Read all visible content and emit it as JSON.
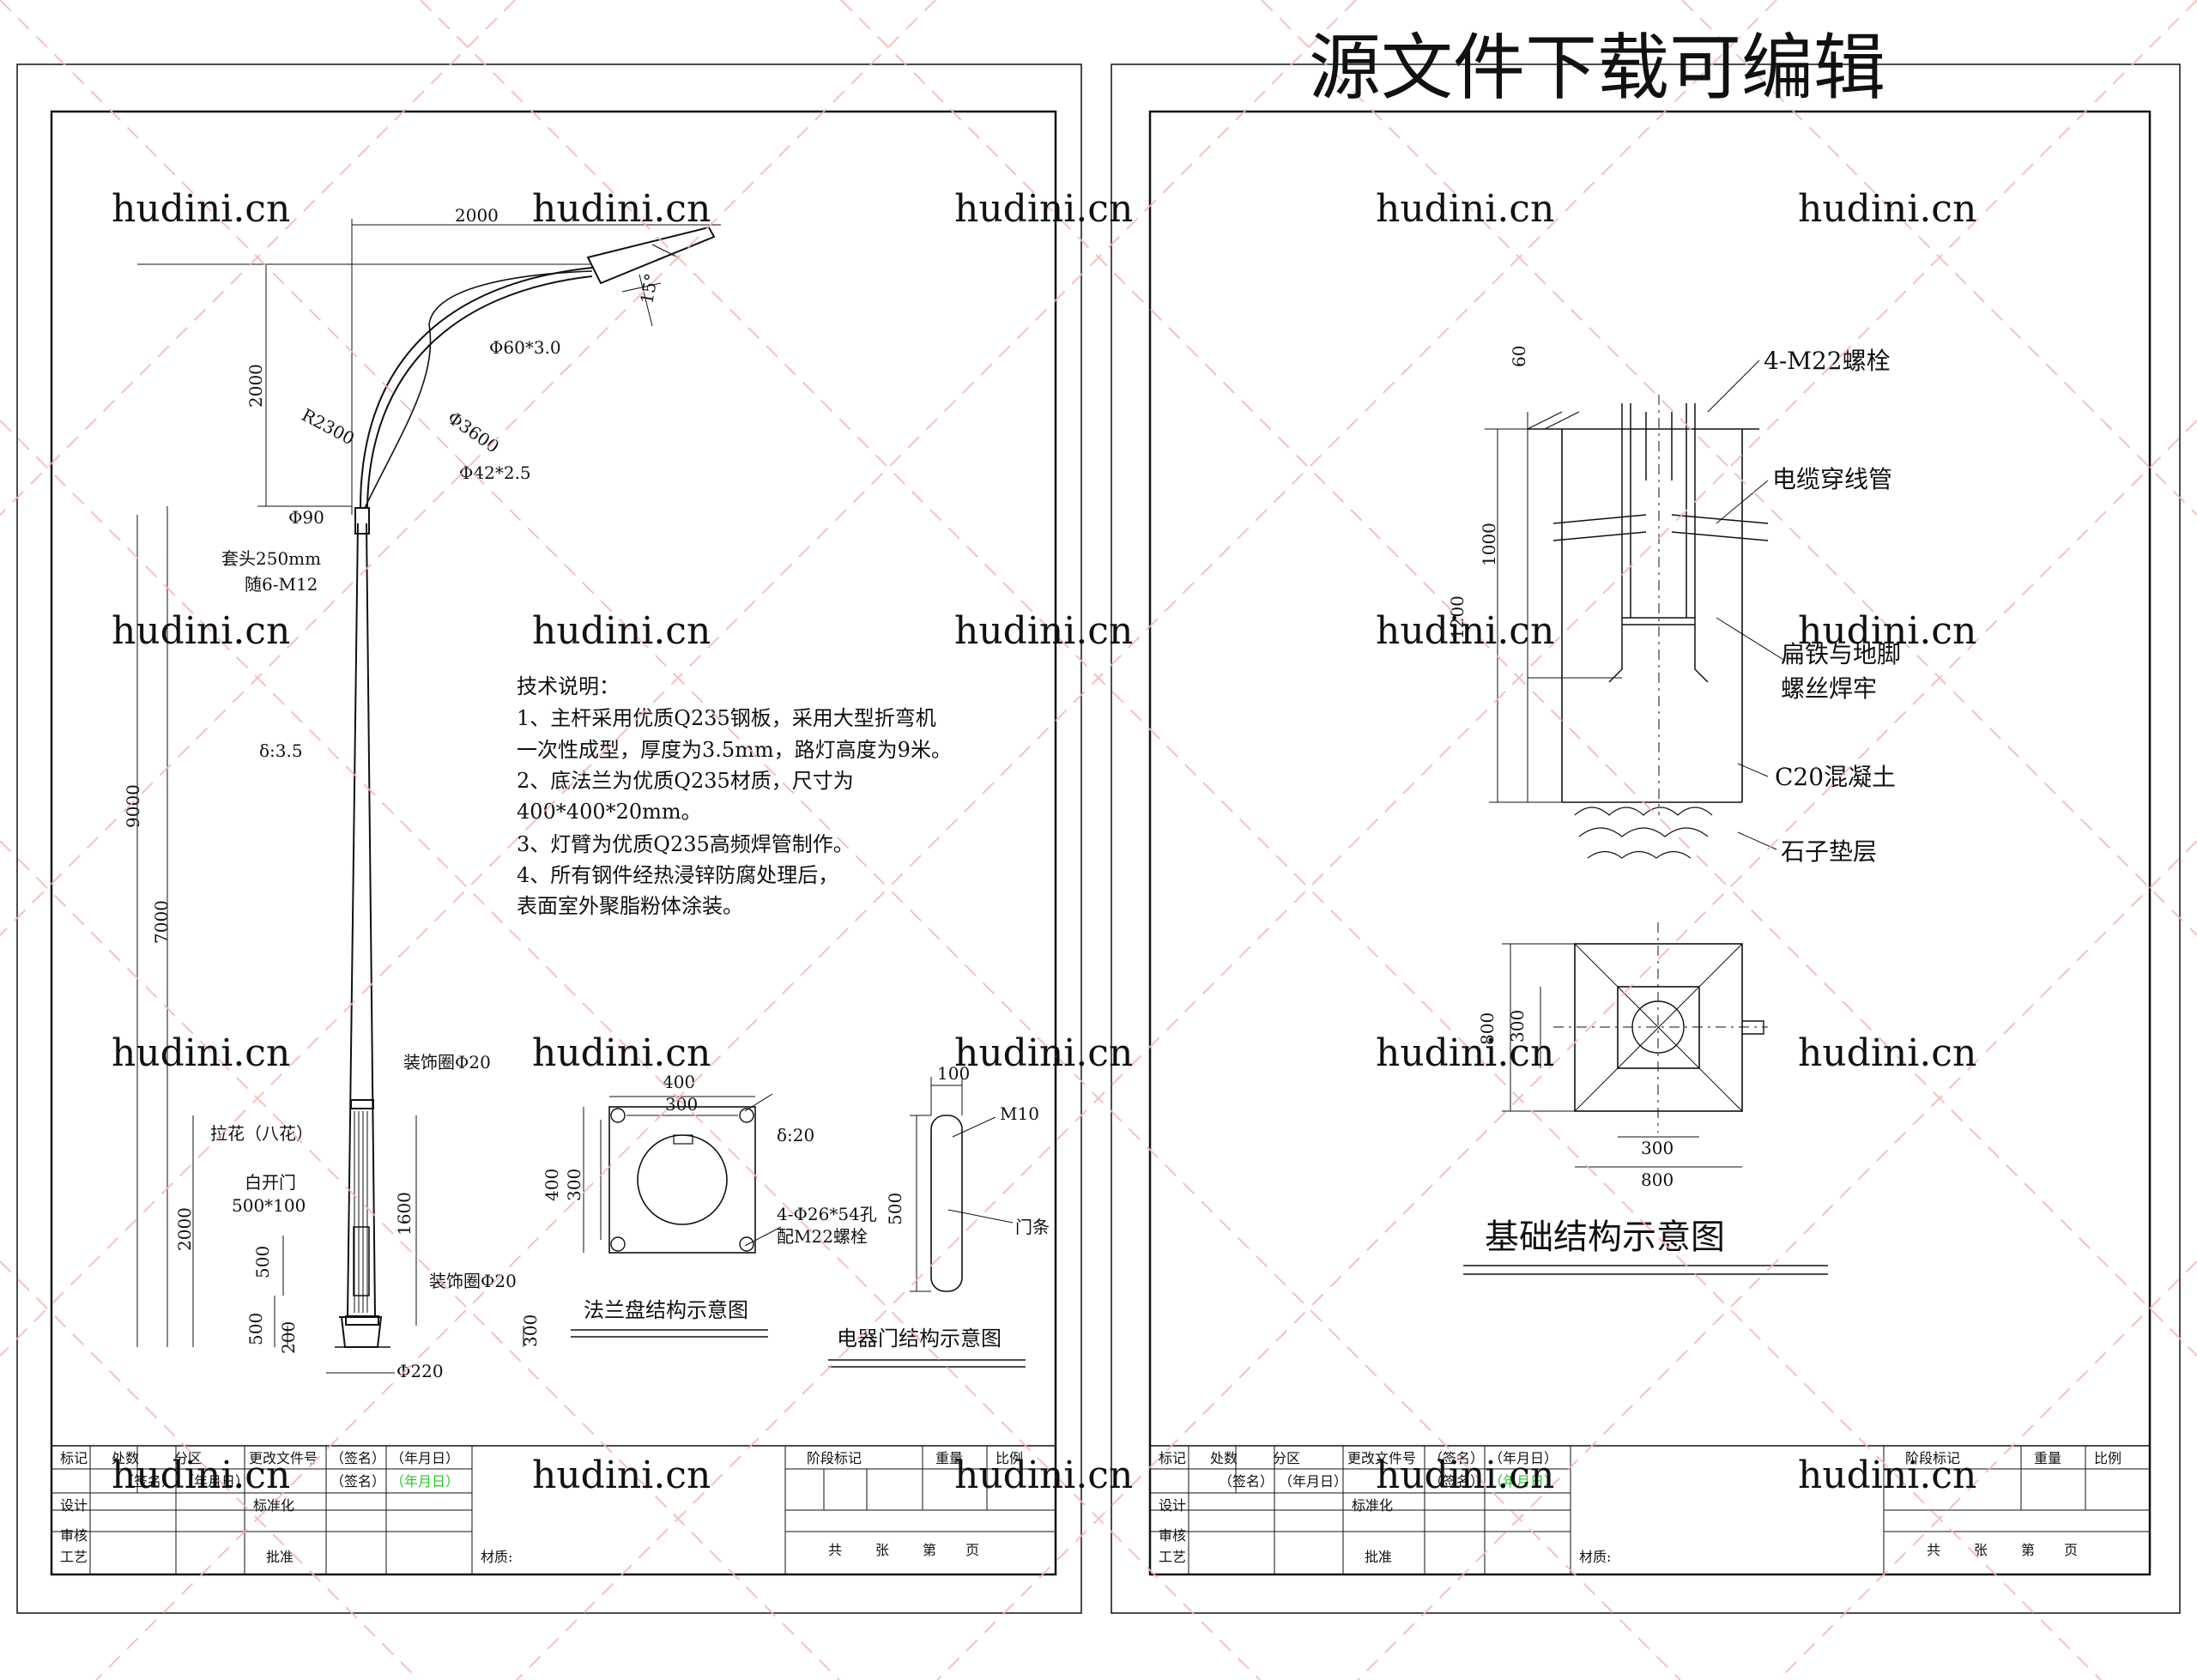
{
  "watermark": {
    "top_text": "源文件下载可编辑",
    "site": "hudini.cn"
  },
  "left_sheet": {
    "pole": {
      "dim_arm_length": "2000",
      "dim_tilt": "15°",
      "dim_arm_tube": "Φ60*3.0",
      "dim_arm_rise": "2000",
      "dim_radius": "R2300",
      "dim_arc_dia": "Φ3600",
      "dim_brace_tube": "Φ42*2.5",
      "dim_top_dia": "Φ90",
      "sleeve_len": "套头250mm",
      "sleeve_bolts": "随6-M12",
      "wall_thickness": "δ:3.5",
      "total_height": "9000",
      "shaft_height": "7000",
      "ring_top": "装饰圈Φ20",
      "fluting": "拉花（八花）",
      "door_title": "白开门",
      "door_size": "500*100",
      "lower_height": "2000",
      "dim_1600": "1600",
      "dim_500": "500",
      "ring_bottom": "装饰圈Φ20",
      "dim_base_500": "500",
      "dim_200": "200",
      "dim_300": "300",
      "base_dia": "Φ220"
    },
    "notes": {
      "title": "技术说明：",
      "lines": [
        "1、主杆采用优质Q235钢板，采用大型折弯机",
        "一次性成型，厚度为3.5mm，路灯高度为9米。",
        "2、底法兰为优质Q235材质，尺寸为",
        "400*400*20mm。",
        "3、灯臂为优质Q235高频焊管制作。",
        "4、所有钢件经热浸锌防腐处理后，",
        "表面室外聚脂粉体涂装。"
      ]
    },
    "flange": {
      "dim_outer_w": "400",
      "dim_inner_w": "300",
      "dim_outer_h": "400",
      "dim_inner_h": "300",
      "thickness": "δ:20",
      "holes": "4-Φ26*54孔",
      "bolts": "配M22螺栓",
      "caption": "法兰盘结构示意图"
    },
    "door": {
      "dim_width": "100",
      "screw": "M10",
      "dim_height": "500",
      "strip": "门条",
      "caption": "电器门结构示意图"
    }
  },
  "right_sheet": {
    "foundation": {
      "dim_top": "60",
      "bolts_label": "4-M22螺栓",
      "conduit_label": "电缆穿线管",
      "dim_1000": "1000",
      "dim_1200": "1200",
      "weld_label_1": "扁铁与地脚",
      "weld_label_2": "螺丝焊牢",
      "concrete_label": "C20混凝土",
      "gravel_label": "石子垫层",
      "plan_dim_800_v": "800",
      "plan_dim_300_v": "300",
      "plan_dim_300_h": "300",
      "plan_dim_800_h": "800",
      "caption": "基础结构示意图"
    }
  },
  "title_block": {
    "row1": [
      "标记",
      "处数",
      "分区",
      "更改文件号",
      "（签名）",
      "（年月日）"
    ],
    "row2": [
      "设计",
      "（签名）",
      "（年月日）",
      "标准化",
      "（签名）",
      "（年月日）"
    ],
    "row3": [
      "审核"
    ],
    "row4": [
      "工艺",
      "批准"
    ],
    "stage_label": "阶段标记",
    "weight_label": "重量",
    "scale_label": "比例",
    "material_label": "材质:",
    "pages": [
      "共",
      "张",
      "第",
      "页"
    ]
  },
  "colors": {
    "line": "#111111",
    "watermark": "#f4a0a0",
    "highlight_date": "#28c828"
  }
}
